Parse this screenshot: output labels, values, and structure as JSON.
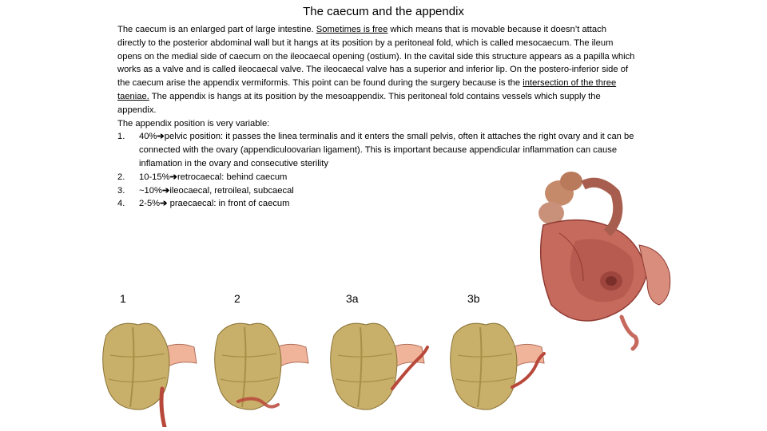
{
  "title": "The caecum and the appendix",
  "paragraph": {
    "p1": "The caecum is an enlarged part of large intestine. ",
    "p1_underlined": "Sometimes is free",
    "p2": " which means that is movable because it doesn’t attach directly to the posterior abdominal wall but it hangs at its position by a peritoneal fold, which is called mesocaecum. The ileum opens on the medial side of caecum on the ileocaecal opening (ostium). In the cavital side this structure appears as a papilla which works as a valve and is called ileocaecal valve. The ileocaecal valve has a superior and inferior lip. On the postero-inferior side of the caecum arise the appendix vermiformis. This point can be found during the surgery because is the ",
    "p2_underlined": "intersection of the three taeniae.",
    "p3": " The appendix is hangs at its position by the mesoappendix. This peritoneal fold contains vessels which supply the appendix.",
    "variable_line": "The appendix position is very variable:"
  },
  "positions": [
    {
      "num": "1.",
      "pct": "40%",
      "text": "pelvic position: it passes the linea terminalis and it enters the small pelvis, often it attaches the right ovary and it can be connected with the ovary (appendiculoovarian ligament). This is important because appendicular inflammation can cause inflamation in the ovary and consecutive sterility"
    },
    {
      "num": "2.",
      "pct": "10-15%",
      "text": "retrocaecal: behind caecum"
    },
    {
      "num": "3.",
      "pct": "~10%",
      "text": "ileocaecal, retroileal, subcaecal"
    },
    {
      "num": "4.",
      "pct": "2-5%",
      "text": " praecaecal: in front of caecum"
    }
  ],
  "figure_labels": [
    "1",
    "2",
    "3a",
    "3b"
  ],
  "colors": {
    "caecum_fill": "#c9b06a",
    "caecum_shade": "#a88f48",
    "ileum_fill": "#f0b49a",
    "appendix": "#b8483a",
    "specimen_red": "#c76a5e",
    "specimen_dark": "#8f3b33"
  }
}
